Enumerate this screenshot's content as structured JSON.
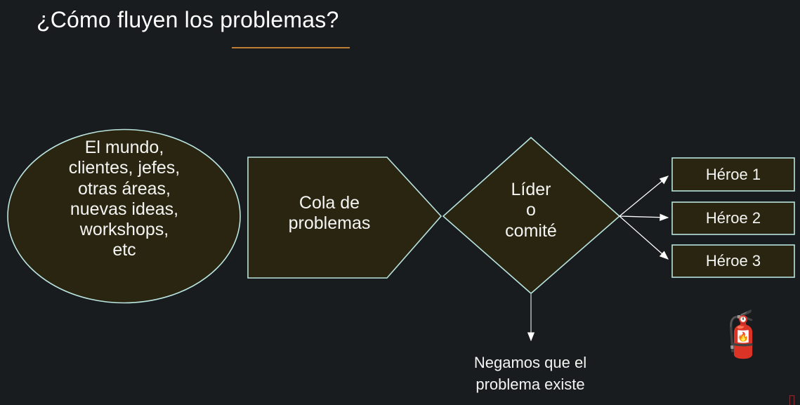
{
  "slide": {
    "title": "¿Cómo fluyen los problemas?",
    "background_color": "#181c1e",
    "accent_rule_color": "#c07d35",
    "shape_fill_color": "#2a2511",
    "shape_border_color": "#b9e4e0",
    "text_color": "#f4f4f2",
    "connector_color": "#ffffff"
  },
  "nodes": {
    "source": {
      "shape": "ellipse",
      "label": "El mundo,\nclientes, jefes,\notras áreas,\nnuevas ideas,\nworkshops,\netc"
    },
    "queue": {
      "shape": "arrow-pentagon",
      "label": "Cola de\nproblemas"
    },
    "decision": {
      "shape": "diamond",
      "label": "Líder\no\ncomité"
    },
    "heroes": [
      {
        "shape": "rectangle",
        "label": "Héroe 1"
      },
      {
        "shape": "rectangle",
        "label": "Héroe 2"
      },
      {
        "shape": "rectangle",
        "label": "Héroe 3"
      }
    ],
    "deny": {
      "shape": "text",
      "label": "Negamos que el\nproblema existe"
    }
  },
  "icons": {
    "extinguisher": "fire-extinguisher-icon",
    "extinguisher_glyph": "🧯",
    "corner_mark_glyph": "▯"
  }
}
